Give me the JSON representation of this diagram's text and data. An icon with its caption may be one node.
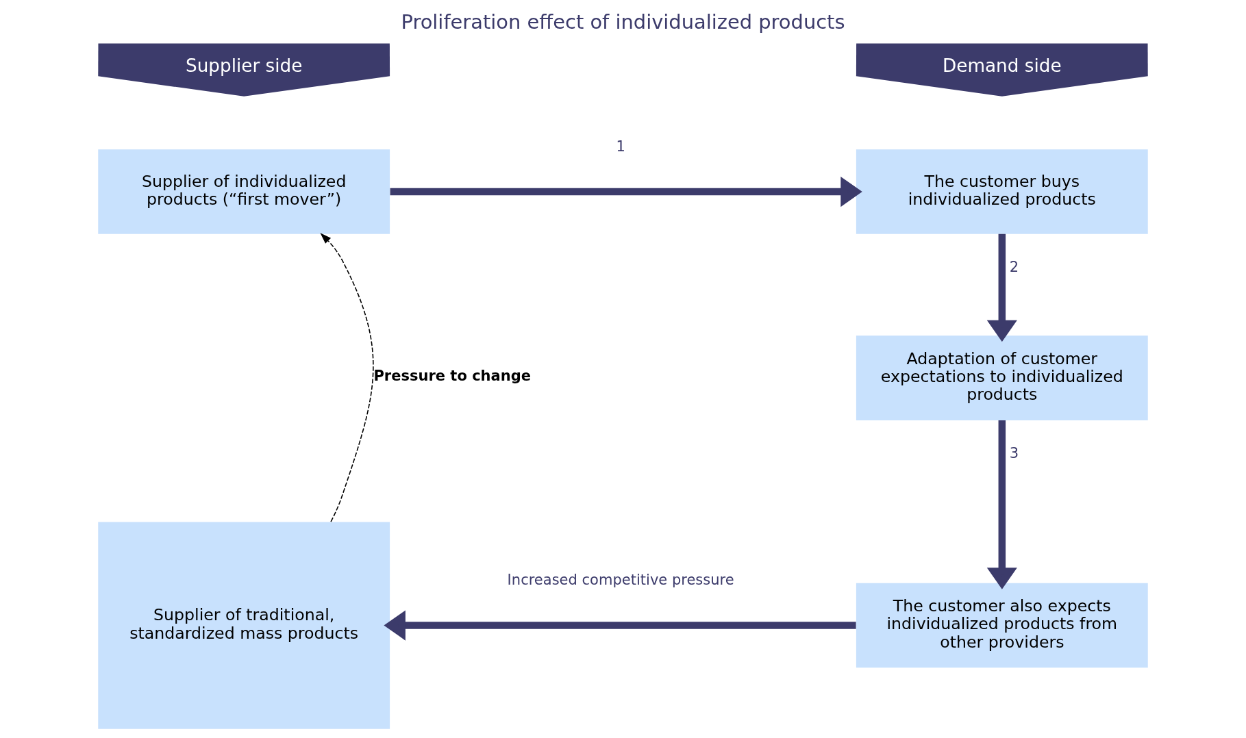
{
  "diagram": {
    "title": "Proliferation effect of individualized products",
    "nodes": [
      {
        "text": [
          "Supplier side"
        ]
      },
      {
        "text": [
          "Demand side"
        ]
      },
      {
        "text": [
          "Supplier of individualized products (“first mover”)"
        ]
      },
      {
        "text": [
          "Supplier of traditional, standardized mass products"
        ]
      },
      {
        "text": [
          "The customer buys individualized products"
        ]
      },
      {
        "text": [
          "Adaptation of customer expectations to individualized products"
        ]
      },
      {
        "text": [
          "The customer also expects individualized products from other providers"
        ]
      }
    ],
    "edges": [
      {
        "from": 2,
        "to": 4,
        "arrow": "to",
        "label": "1"
      },
      {
        "from": 4,
        "to": 5,
        "arrow": "to",
        "label": "2"
      },
      {
        "from": 5,
        "to": 6,
        "arrow": "to",
        "label": "3"
      },
      {
        "from": 6,
        "to": 3,
        "arrow": "to",
        "label": "Increased competitive pressure"
      },
      {
        "from": 3,
        "to": 2,
        "arrow": "to",
        "label": "Pressure to change",
        "style": "dashed",
        "color": "#000000"
      }
    ]
  }
}
